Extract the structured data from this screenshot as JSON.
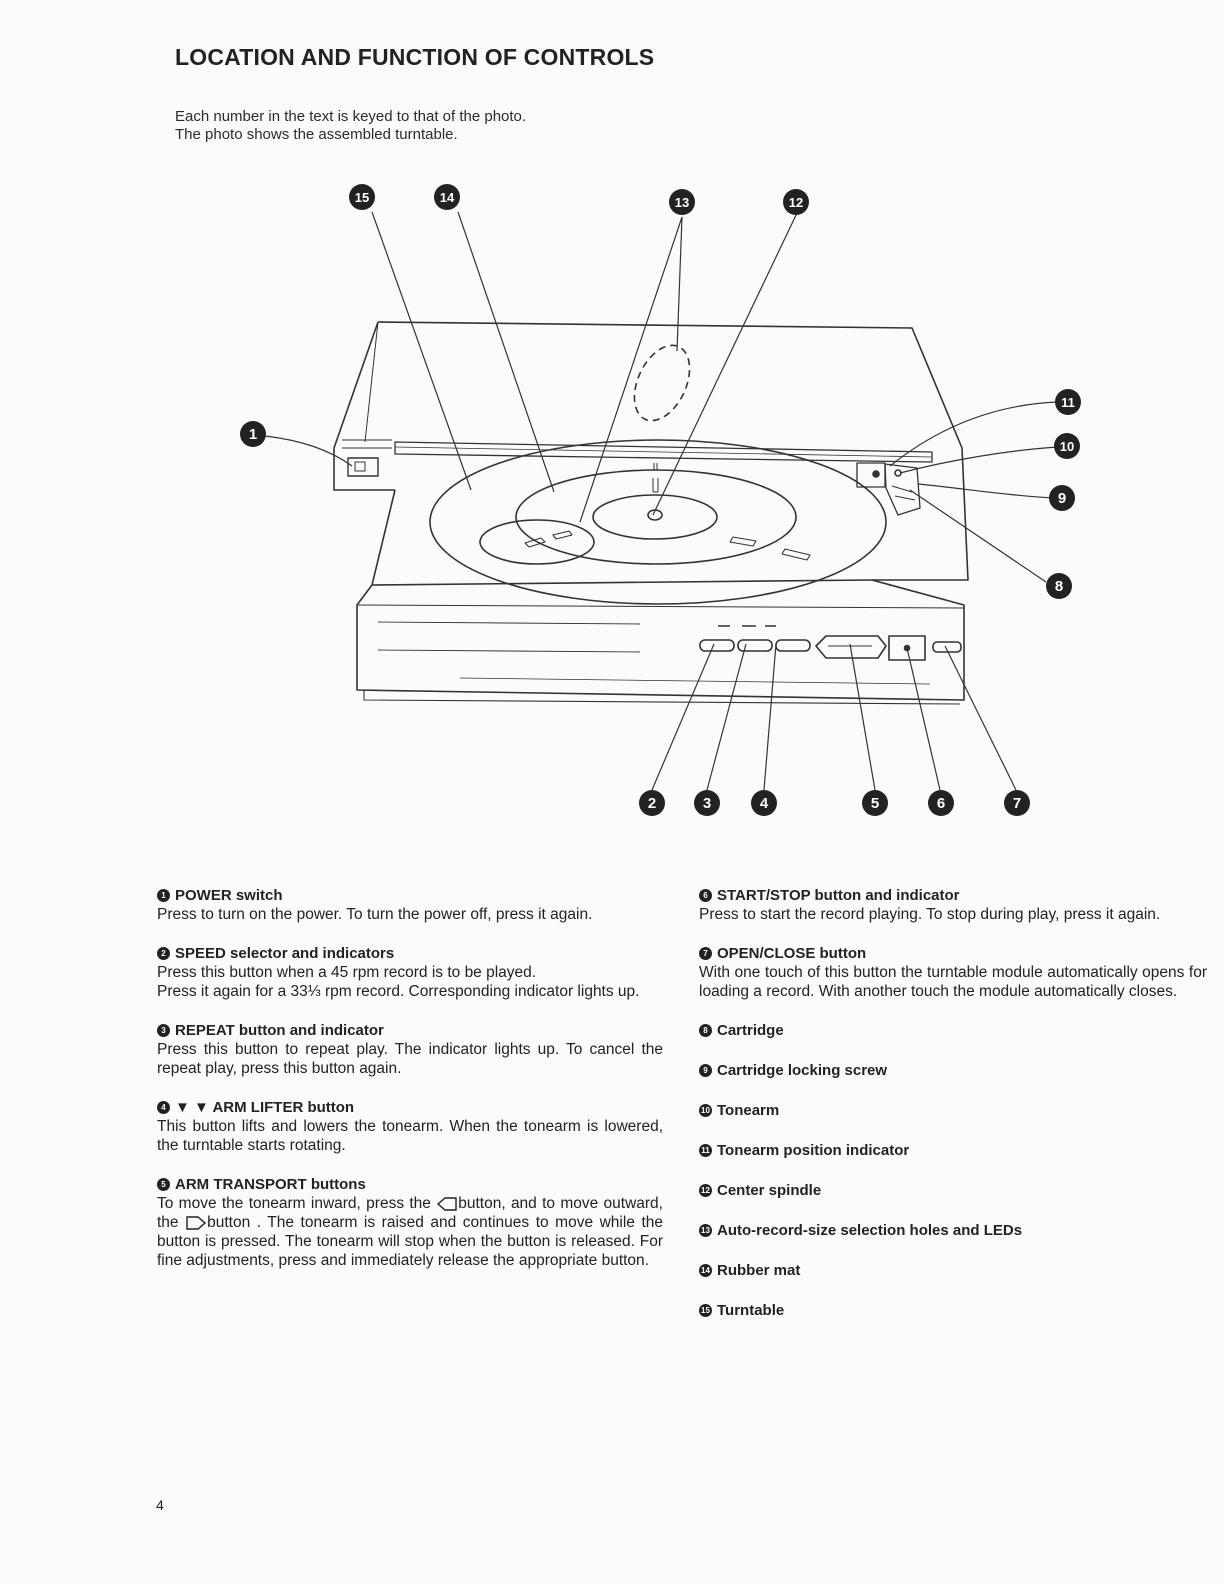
{
  "title": "LOCATION AND FUNCTION OF CONTROLS",
  "intro": [
    "Each number in the text is keyed to that of the photo.",
    "The photo shows the assembled turntable."
  ],
  "diagram_markers": [
    "1",
    "2",
    "3",
    "4",
    "5",
    "6",
    "7",
    "8",
    "9",
    "10",
    "11",
    "12",
    "13",
    "14",
    "15"
  ],
  "left_entries": [
    {
      "num": "1",
      "heading": "POWER switch",
      "text": [
        "Press to turn on the power. To turn the power off, press it again."
      ]
    },
    {
      "num": "2",
      "heading": "SPEED selector and indicators",
      "text": [
        "Press this button when a 45 rpm record is to be played.",
        "Press it again for a 33⅓ rpm record. Corresponding indicator lights up."
      ]
    },
    {
      "num": "3",
      "heading": "REPEAT button and indicator",
      "text": [
        "Press this button to repeat play. The indicator lights up. To cancel the repeat play, press this button again."
      ]
    },
    {
      "num": "4",
      "heading": "▼ ▼ ARM LIFTER button",
      "text": [
        "This button lifts and lowers the tonearm. When the tonearm is lowered, the turntable starts rotating."
      ]
    },
    {
      "num": "5",
      "heading": "ARM TRANSPORT buttons",
      "text_a": "To move the tonearm inward, press the",
      "text_b": "button, and to move outward, the",
      "text_c": "button . The tonearm is raised and continues to move while the button is pressed. The tonearm will stop when the button is released. For fine adjustments, press and immediately release the appropriate button."
    }
  ],
  "right_entries": [
    {
      "num": "6",
      "heading": "START/STOP button and indicator",
      "text": "Press to start the record playing. To stop during play, press it again."
    },
    {
      "num": "7",
      "heading": "OPEN/CLOSE button",
      "text": "With one touch of this button the turntable module automatically opens for loading a record. With another touch the module automatically closes."
    }
  ],
  "short_entries": [
    {
      "num": "8",
      "label": "Cartridge"
    },
    {
      "num": "9",
      "label": "Cartridge locking screw"
    },
    {
      "num": "10",
      "label": "Tonearm"
    },
    {
      "num": "11",
      "label": "Tonearm position indicator"
    },
    {
      "num": "12",
      "label": "Center spindle"
    },
    {
      "num": "13",
      "label": "Auto-record-size selection holes and LEDs"
    },
    {
      "num": "14",
      "label": "Rubber mat"
    },
    {
      "num": "15",
      "label": "Turntable"
    }
  ],
  "page_number": "4"
}
